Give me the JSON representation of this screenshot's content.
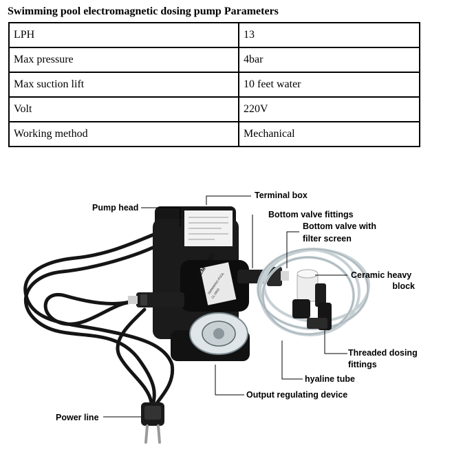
{
  "title": "Swimming pool electromagnetic dosing pump Parameters",
  "parameters": [
    {
      "name": "LPH",
      "value": "13"
    },
    {
      "name": "Max pressure",
      "value": "4bar"
    },
    {
      "name": "Max suction lift",
      "value": "10 feet water"
    },
    {
      "name": "Volt",
      "value": "220V"
    },
    {
      "name": "Working method",
      "value": "Mechanical"
    }
  ],
  "labels": {
    "terminal_box": "Terminal box",
    "pump_head": "Pump head",
    "bottom_valve_fittings": "Bottom valve fittings",
    "bottom_valve_filter_1": "Bottom valve with",
    "bottom_valve_filter_2": "filter screen",
    "ceramic_block_1": "Ceramic heavy",
    "ceramic_block_2": "block",
    "threaded_fittings_1": "Threaded dosing",
    "threaded_fittings_2": "fittings",
    "hyaline_tube": "hyaline tube",
    "output_device": "Output regulating device",
    "power_line": "Power line"
  },
  "product_label": {
    "brand": "CHEM-FEED",
    "line2": "SWIMMING POOL",
    "line3": "CL-0002"
  }
}
